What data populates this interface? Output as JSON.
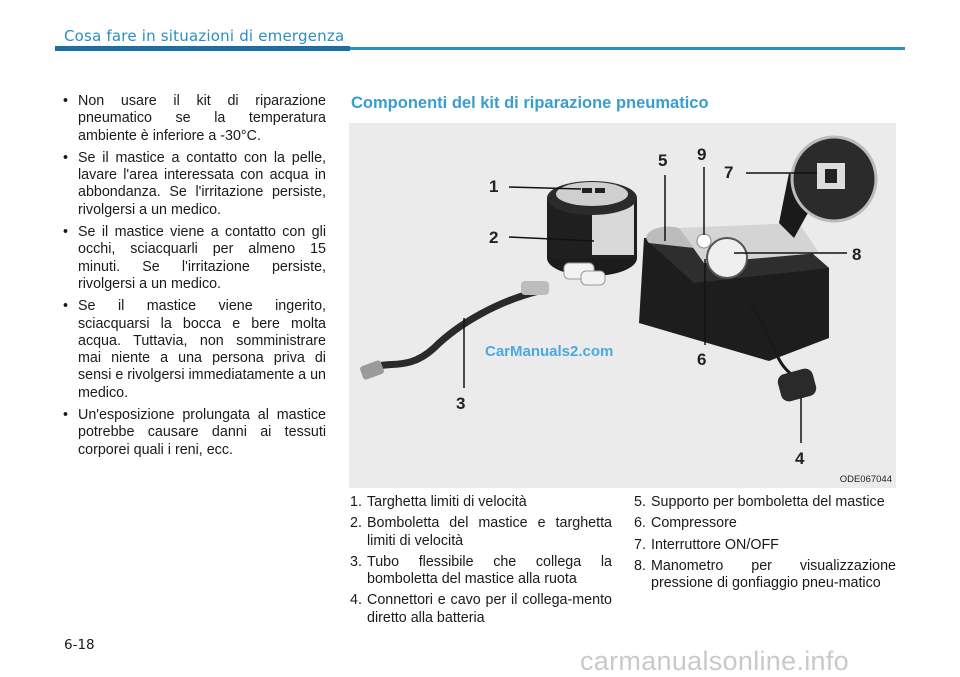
{
  "header": {
    "title": "Cosa fare in situazioni di emergenza"
  },
  "warnings": [
    "Non usare il kit di riparazione pneumatico se la temperatura ambiente è inferiore a -30°C.",
    "Se il mastice a contatto con la pelle, lavare l'area interessata con acqua in abbondanza. Se l'irritazione persiste, rivolgersi a un medico.",
    "Se il mastice viene a contatto con gli occhi, sciacquarli per almeno 15 minuti. Se l'irritazione persiste, rivolgersi a un medico.",
    "Se il mastice viene ingerito, sciacquarsi la bocca e bere molta acqua. Tuttavia, non somministrare mai niente a una persona priva di sensi e rivolgersi immediatamente a un medico.",
    "Un'esposizione prolungata al mastice potrebbe causare danni ai tessuti corporei quali i reni, ecc."
  ],
  "section": {
    "title": "Componenti del kit di riparazione pneumatico"
  },
  "figure": {
    "code": "ODE067044",
    "watermark": "CarManuals2.com",
    "callouts": [
      "1",
      "2",
      "3",
      "4",
      "5",
      "6",
      "7",
      "8",
      "9"
    ]
  },
  "legend": {
    "left": [
      {
        "num": "1.",
        "text": "Targhetta limiti di velocità"
      },
      {
        "num": "2.",
        "text": "Bomboletta del mastice e targhetta limiti di velocità"
      },
      {
        "num": "3.",
        "text": "Tubo flessibile che collega la bomboletta del mastice alla ruota"
      },
      {
        "num": "4.",
        "text": "Connettori e cavo per il collega-mento diretto alla batteria"
      }
    ],
    "right": [
      {
        "num": "5.",
        "text": "Supporto per bomboletta del mastice"
      },
      {
        "num": "6.",
        "text": "Compressore"
      },
      {
        "num": "7.",
        "text": "Interruttore ON/OFF"
      },
      {
        "num": "8.",
        "text": "Manometro per visualizzazione pressione di gonfiaggio pneu-matico"
      }
    ]
  },
  "page": {
    "number": "6-18"
  },
  "footer": {
    "site": "carmanualsonline.info"
  }
}
